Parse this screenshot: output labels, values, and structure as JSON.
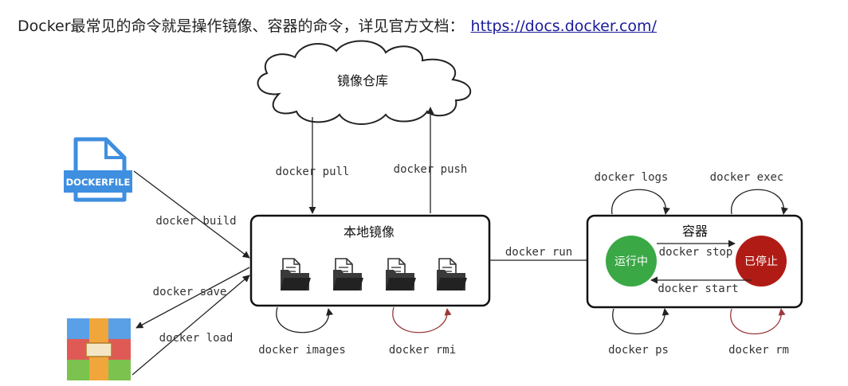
{
  "heading": {
    "text": "Docker最常见的命令就是操作镜像、容器的命令，详见官方文档：",
    "link": "https://docs.docker.com/"
  },
  "registry": {
    "label": "镜像仓库"
  },
  "local_images": {
    "label": "本地镜像"
  },
  "container": {
    "label": "容器",
    "running": "运行中",
    "stopped": "已停止"
  },
  "dockerfile": {
    "label": "DOCKERFILE"
  },
  "commands": {
    "pull": "docker pull",
    "push": "docker push",
    "build": "docker build",
    "save": "docker save",
    "load": "docker load",
    "images": "docker images",
    "rmi": "docker rmi",
    "run": "docker run",
    "logs": "docker logs",
    "exec": "docker exec",
    "stop": "docker stop",
    "start": "docker start",
    "ps": "docker ps",
    "rm": "docker rm"
  },
  "colors": {
    "running": "#3aa845",
    "stopped": "#b01c15",
    "dockerfile_blue": "#3f8fe0",
    "rmi_arrow": "#9b3a3a"
  }
}
